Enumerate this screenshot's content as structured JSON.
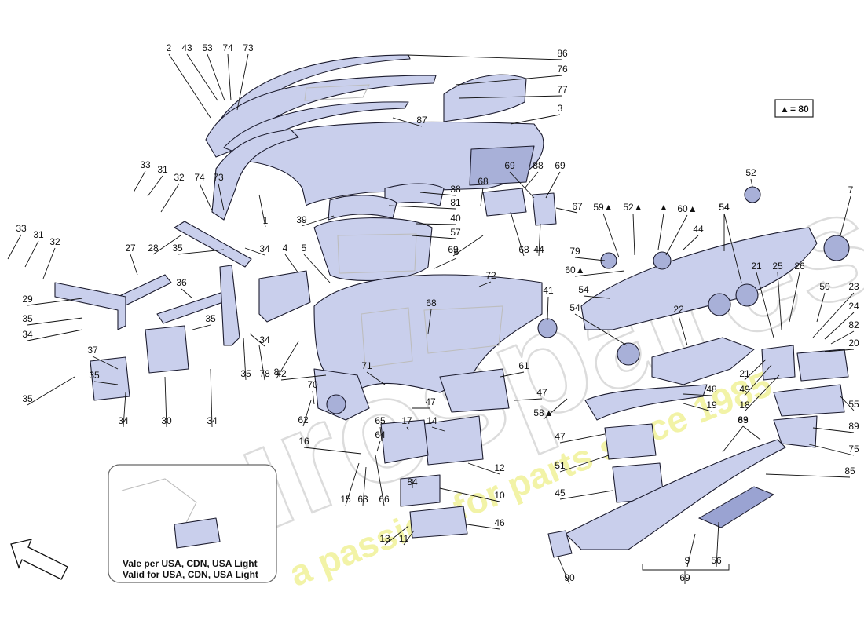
{
  "diagram": {
    "legend": {
      "symbol": "▲",
      "text": "= 80"
    },
    "inset_caption": {
      "line1_prefix": "Vale per ",
      "line1_regions": "USA, CDN, USA Light",
      "line2_prefix": "Valid for ",
      "line2_regions": "USA, CDN, USA Light"
    },
    "watermark": {
      "brand": "eurospares",
      "tagline": "a passion for parts since 1985"
    },
    "colors": {
      "part_fill": "#c9cfec",
      "outline": "#1b1b2e",
      "tagline": "#eef08a"
    },
    "callouts": [
      "2",
      "43",
      "53",
      "74",
      "73",
      "86",
      "76",
      "77",
      "3",
      "87",
      "33",
      "31",
      "32",
      "74",
      "73",
      "1",
      "33",
      "31",
      "32",
      "27",
      "28",
      "35",
      "34",
      "29",
      "35",
      "34",
      "4",
      "5",
      "36",
      "34",
      "37",
      "35",
      "30",
      "35",
      "34",
      "35",
      "34",
      "35",
      "78",
      "8",
      "42",
      "71",
      "70",
      "62",
      "39",
      "38",
      "81",
      "40",
      "57",
      "6",
      "72",
      "68",
      "69",
      "88",
      "69",
      "68",
      "67",
      "69",
      "68",
      "44",
      "41",
      "61",
      "47",
      "47",
      "14",
      "65",
      "17",
      "64",
      "16",
      "15",
      "63",
      "66",
      "84",
      "10",
      "12",
      "13",
      "11",
      "46",
      "47",
      "51",
      "45",
      "58▲",
      "59▲",
      "52▲",
      "▲",
      "60▲",
      "44",
      "52",
      "79",
      "60▲",
      "54",
      "54",
      "54",
      "54",
      "7",
      "22",
      "21",
      "25",
      "26",
      "50",
      "23",
      "24",
      "82",
      "20",
      "21",
      "49",
      "48",
      "19",
      "18",
      "55",
      "89",
      "75",
      "69",
      "83",
      "85",
      "9",
      "56",
      "69",
      "90"
    ]
  }
}
